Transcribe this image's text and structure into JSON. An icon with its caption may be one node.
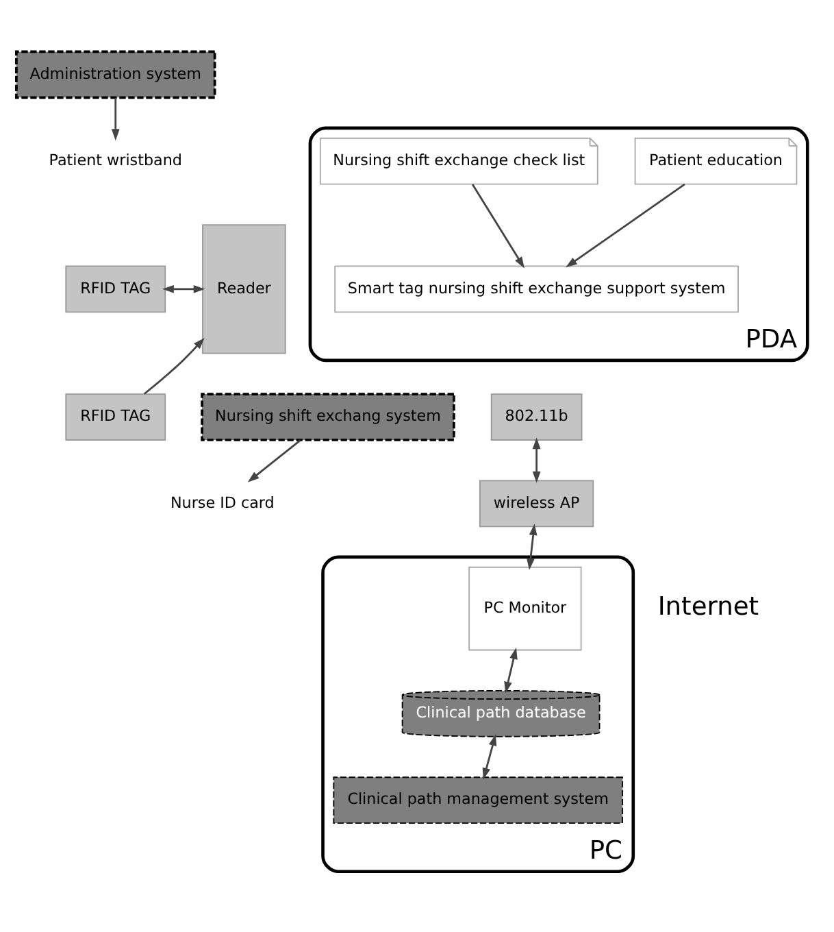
{
  "diagram": {
    "nodes": [
      {
        "text": [
          "Administration system"
        ]
      },
      {
        "text": [
          "Patient wristband"
        ]
      },
      {
        "text": [
          "RFID TAG"
        ]
      },
      {
        "text": [
          "RFID TAG"
        ]
      },
      {
        "text": [
          "Nurse ID card"
        ]
      },
      {
        "text": [
          "Nursing shift exchang system"
        ]
      },
      {
        "text": [
          "Reader"
        ]
      },
      {
        "text": [
          "PDA"
        ]
      },
      {
        "text": [
          "Smart tag nursing shift exchange support system"
        ],
        "in": 7
      },
      {
        "text": [
          "Patient education"
        ],
        "in": 7
      },
      {
        "text": [
          "Nursing shift exchange check list"
        ],
        "in": 7
      },
      {
        "text": [
          "802.11b"
        ]
      },
      {
        "text": [
          "wireless AP"
        ]
      },
      {
        "text": [
          "PC"
        ]
      },
      {
        "text": [
          "PC Monitor"
        ],
        "in": 13
      },
      {
        "text": [
          "Clinical path database"
        ],
        "in": 13
      },
      {
        "text": [
          "Clinical path management system"
        ],
        "in": 13
      }
    ],
    "edges": [
      {
        "from": 0,
        "to": 1,
        "arrow": "to"
      },
      {
        "from": 2,
        "to": 6,
        "arrow": "both"
      },
      {
        "from": 3,
        "to": 6,
        "arrow": "to"
      },
      {
        "from": 5,
        "to": 4,
        "arrow": "to"
      },
      {
        "from": 9,
        "to": 8,
        "arrow": "to"
      },
      {
        "from": 10,
        "to": 8,
        "arrow": "to"
      },
      {
        "from": 11,
        "to": 12,
        "arrow": "both"
      },
      {
        "from": 12,
        "to": 14,
        "arrow": "both"
      },
      {
        "from": 14,
        "to": 15,
        "arrow": "both"
      },
      {
        "from": 15,
        "to": 16,
        "arrow": "both"
      }
    ],
    "labels": [
      "Internet"
    ]
  }
}
